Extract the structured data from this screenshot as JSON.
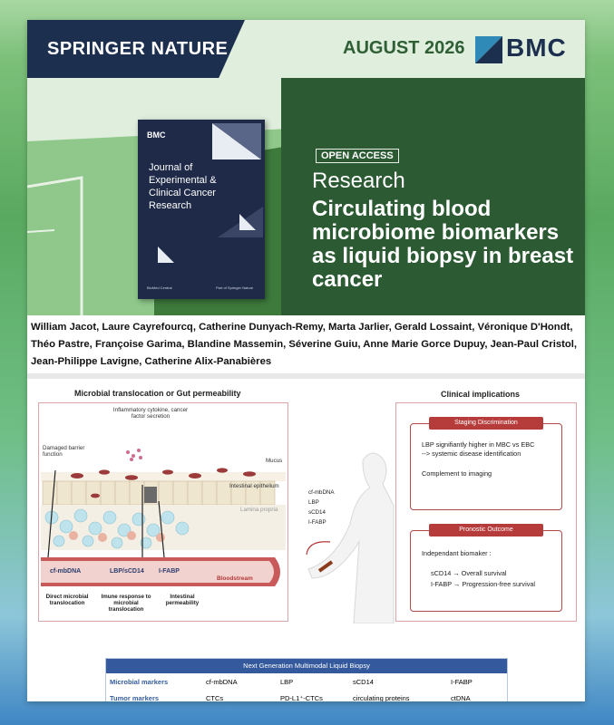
{
  "header": {
    "publisher": "SPRINGER NATURE",
    "date": "AUGUST 2026",
    "brand": "BMC"
  },
  "cover": {
    "brand": "BMC",
    "journal": "Journal of Experimental & Clinical Cancer Research",
    "footer_left": "BioMed Central",
    "footer_right": "Part of Springer Nature"
  },
  "article": {
    "badge": "OPEN ACCESS",
    "type": "Research",
    "title": "Circulating blood microbiome biomarkers as liquid biopsy in breast cancer"
  },
  "authors": "William Jacot, Laure Cayrefourcq, Catherine Dunyach-Remy, Marta Jarlier, Gerald Lossaint, Véronique D'Hondt, Théo Pastre, Françoise Garima, Blandine Massemin, Séverine Guiu, Anne Marie Gorce Dupuy, Jean-Paul Cristol, Jean-Philippe Lavigne, Catherine Alix-Panabières",
  "figure": {
    "left_title": "Microbial translocation or Gut permeability",
    "right_title": "Clinical implications",
    "labels": {
      "cytokine": "Inflammatory cytokine, cancer factor secretion",
      "barrier": "Damaged barrier function",
      "mucus": "Mucus",
      "epithelium": "Intestinal epithelium",
      "lamina": "Lamina propria",
      "bloodstream": "Bloodstream"
    },
    "vessel_markers": [
      "cf-mbDNA",
      "LBP/sCD14",
      "I-FABP"
    ],
    "mechanisms": [
      "Direct microbial translocation",
      "Imune response to microbial translocation",
      "Intestinal permeability"
    ],
    "blood_list": [
      "cf-mbDNA",
      "LBP",
      "sCD14",
      "I-FABP"
    ],
    "staging": {
      "title": "Staging Discrimination",
      "line1": "LBP signifiantly higher in MBC vs EBC",
      "line2": "--> systemic disease identification",
      "line3": "Complement to imaging"
    },
    "prognostic": {
      "title": "Pronostic Outcome",
      "line1": "Independant biomaker :",
      "item1": "sCD14 → Overall survival",
      "item2": "I-FABP → Progression-free survival"
    },
    "table": {
      "title": "Next Generation Multimodal Liquid Biopsy",
      "rows": [
        {
          "label": "Microbial markers",
          "cells": [
            "cf-mbDNA",
            "LBP",
            "sCD14",
            "I-FABP"
          ]
        },
        {
          "label": "Tumor markers",
          "cells": [
            "CTCs",
            "PD-L1⁺-CTCs",
            "circulating proteins",
            "ctDNA"
          ]
        }
      ]
    }
  },
  "colors": {
    "navy": "#1d2f4f",
    "banner_green": "#2b5a33",
    "accent_red": "#b63c3c",
    "table_blue": "#34599c"
  }
}
